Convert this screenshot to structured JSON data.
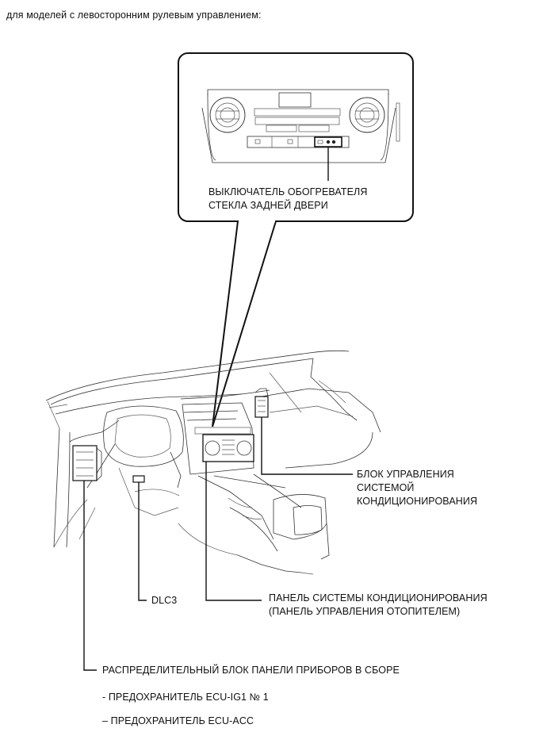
{
  "header": {
    "caption": "для моделей с левосторонним рулевым управлением:"
  },
  "callout": {
    "label_line1": "ВЫКЛЮЧАТЕЛЬ ОБОГРЕВАТЕЛЯ",
    "label_line2": "СТЕКЛА ЗАДНЕЙ ДВЕРИ"
  },
  "labels": {
    "ac_ecu_line1": "БЛОК УПРАВЛЕНИЯ",
    "ac_ecu_line2": "СИСТЕМОЙ",
    "ac_ecu_line3": "КОНДИЦИОНИРОВАНИЯ",
    "dlc3": "DLC3",
    "ac_panel_line1": "ПАНЕЛЬ СИСТЕМЫ КОНДИЦИОНИРОВАНИЯ",
    "ac_panel_line2": "(ПАНЕЛЬ УПРАВЛЕНИЯ ОТОПИТЕЛЕМ)",
    "junction_block": "РАСПРЕДЕЛИТЕЛЬНЫЙ БЛОК ПАНЕЛИ ПРИБОРОВ В СБОРЕ",
    "fuse1": "- ПРЕДОХРАНИТЕЛЬ ECU-IG1 № 1",
    "fuse2": "– ПРЕДОХРАНИТЕЛЬ ECU-ACC"
  }
}
